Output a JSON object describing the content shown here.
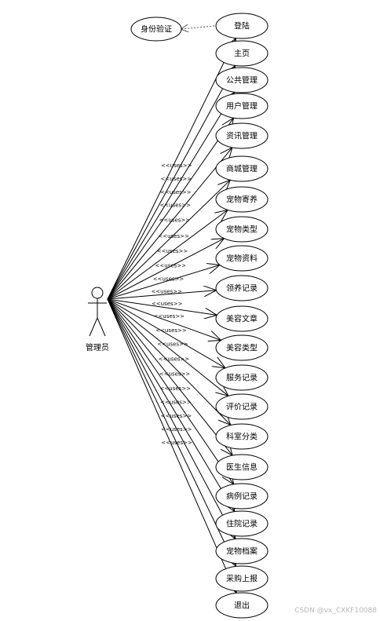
{
  "actor": {
    "name": "管理员"
  },
  "use_cases": [
    "登陆",
    "主页",
    "公共管理",
    "用户管理",
    "资讯管理",
    "商城管理",
    "宠物寄养",
    "宠物类型",
    "宠物资料",
    "领养记录",
    "美容文章",
    "美容类型",
    "服务记录",
    "评价记录",
    "科室分类",
    "医生信息",
    "病例记录",
    "住院记录",
    "宠物档案",
    "采购上报",
    "退出"
  ],
  "include_use_case": "身份验证",
  "uses_label": "<<uses>>",
  "footer": "CSDN @vx_CXKF10088"
}
